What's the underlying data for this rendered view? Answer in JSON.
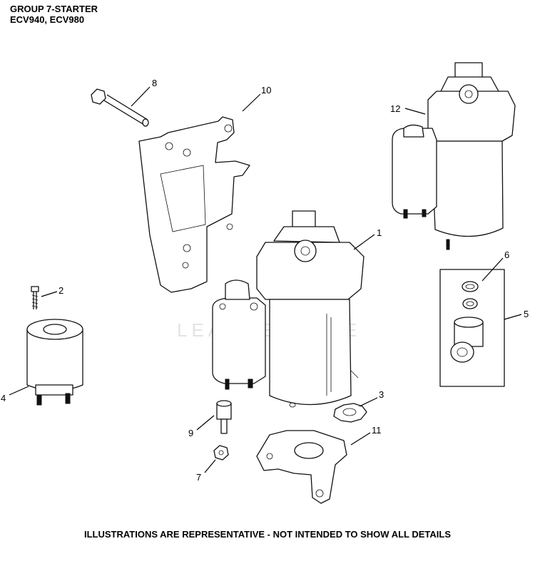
{
  "header": {
    "title": "GROUP 7-STARTER",
    "subtitle": "ECV940, ECV980"
  },
  "watermark": "LEADVENTURE",
  "footer": "ILLUSTRATIONS ARE REPRESENTATIVE - NOT INTENDED TO SHOW ALL DETAILS",
  "callouts": [
    "1",
    "2",
    "3",
    "4",
    "5",
    "6",
    "7",
    "8",
    "9",
    "10",
    "11",
    "12"
  ]
}
